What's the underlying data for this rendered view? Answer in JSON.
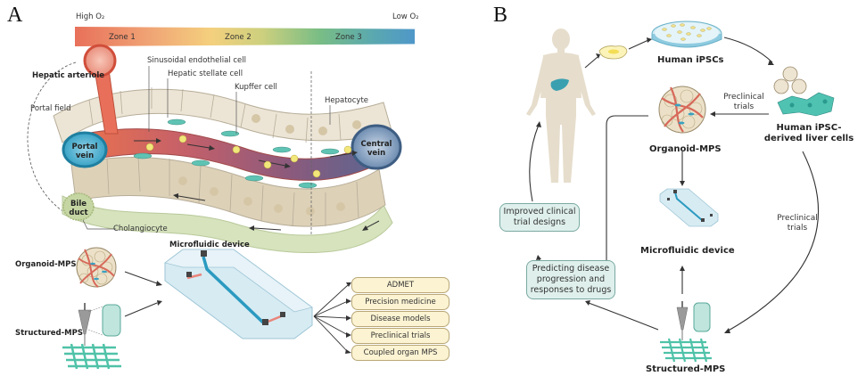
{
  "panel_a": {
    "letter": "A",
    "oxygen_gradient": {
      "high_label": "High O₂",
      "low_label": "Low O₂",
      "zones": [
        "Zone 1",
        "Zone 2",
        "Zone 3"
      ],
      "colors": [
        "#e8705a",
        "#f4d07e",
        "#79bd85",
        "#4f97c9"
      ]
    },
    "lobule_labels": {
      "hepatic_arteriole": "Hepatic arteriole",
      "portal_field": "Portal field",
      "sinusoidal_endothelial_cell": "Sinusoidal endothelial cell",
      "hepatic_stellate_cell": "Hepatic stellate cell",
      "kupffer_cell": "Kupffer cell",
      "hepatocyte": "Hepatocyte",
      "portal_vein": "Portal vein",
      "central_vein": "Central vein",
      "bile_duct": "Bile duct",
      "cholangiocyte": "Cholangiocyte"
    },
    "mps": {
      "organoid": "Organoid-MPS",
      "structured": "Structured-MPS",
      "device_title": "Microfluidic device"
    },
    "applications": [
      "ADMET",
      "Precision medicine",
      "Disease models",
      "Preclinical trials",
      "Coupled organ MPS"
    ]
  },
  "panel_b": {
    "letter": "B",
    "nodes": {
      "ipscs": "Human iPSCs",
      "liver_cells": "Human iPSC-derived liver cells",
      "organoid": "Organoid-MPS",
      "microfluidic": "Microfluidic device",
      "structured": "Structured-MPS"
    },
    "edge_labels": {
      "preclinical_1": "Preclinical trials",
      "preclinical_2": "Preclinical trials"
    },
    "outcomes": {
      "improved": "Improved clinical trial designs",
      "predicting": "Predicting disease progression and responses to drugs"
    },
    "colors": {
      "body": "#e6ddcc",
      "liver": "#3aa0b0",
      "teal_box": "#dff0ec",
      "cells_teal": "#4fc2b2"
    }
  }
}
